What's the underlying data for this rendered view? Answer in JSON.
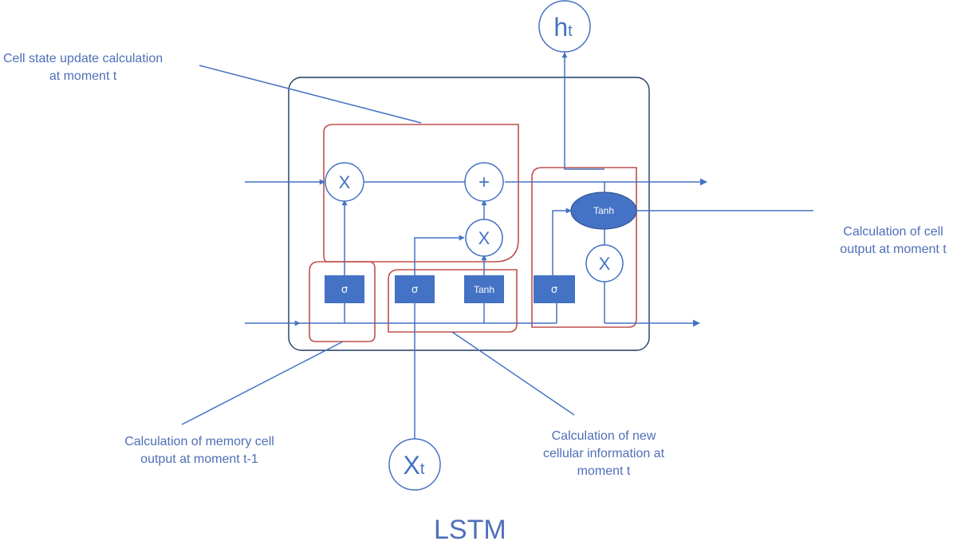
{
  "diagram": {
    "title": "LSTM",
    "colors": {
      "line": "#4472c4",
      "box_fill": "#4472c4",
      "region": "#c0504d",
      "text": "#4f6fb8",
      "frame": "#1f3864"
    },
    "annotations": {
      "cell_state_update": {
        "line1": "Cell state update calculation",
        "line2": "at moment t"
      },
      "cell_output": {
        "line1": "Calculation of cell",
        "line2": "output at moment t"
      },
      "memory_cell_output": {
        "line1": "Calculation of memory cell",
        "line2": "output at moment t-1"
      },
      "new_cellular_info": {
        "line1": "Calculation of new",
        "line2": "cellular information at",
        "line3": "moment t"
      }
    },
    "nodes": {
      "forget_multiply": "X",
      "add": "+",
      "input_multiply": "X",
      "output_multiply": "X",
      "tanh_ellipse": "Tanh",
      "sigma_forget": "σ",
      "sigma_input": "σ",
      "tanh_box": "Tanh",
      "sigma_output": "σ",
      "ht_main": "h",
      "ht_sub": "t",
      "xt_main": "X",
      "xt_sub": "t"
    }
  }
}
